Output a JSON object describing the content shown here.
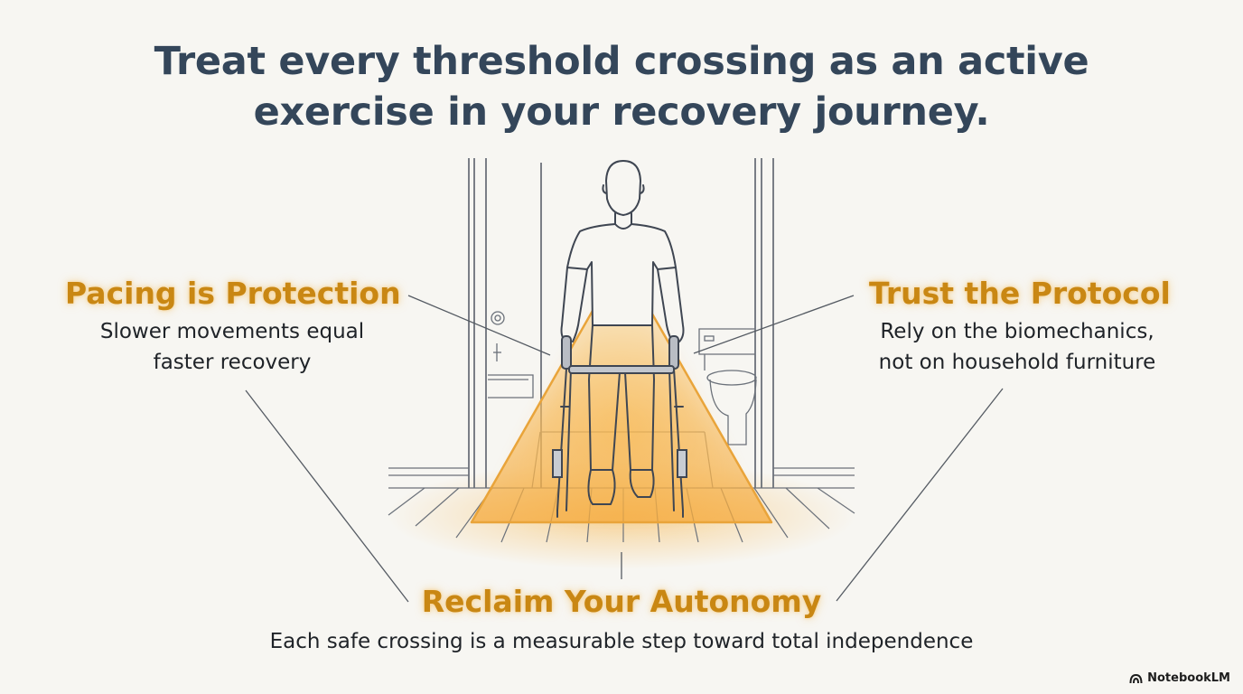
{
  "title": {
    "line1": "Treat every threshold crossing as an active",
    "line2": "exercise in your recovery journey."
  },
  "callouts": {
    "left": {
      "heading": "Pacing is Protection",
      "desc_line1": "Slower movements equal",
      "desc_line2": "faster recovery"
    },
    "right": {
      "heading": "Trust the Protocol",
      "desc_line1": "Rely on the biomechanics,",
      "desc_line2": "not on household furniture"
    },
    "bottom": {
      "heading": "Reclaim Your Autonomy",
      "desc": "Each safe crossing is a measurable step toward total independence"
    }
  },
  "brand": {
    "label": "NotebookLM",
    "icon": "notebooklm-logo-icon"
  },
  "colors": {
    "title": "#34465a",
    "accent": "#c98713",
    "glow": "#f5b043",
    "line_art": "#4a5260",
    "background": "#f7f6f2"
  }
}
